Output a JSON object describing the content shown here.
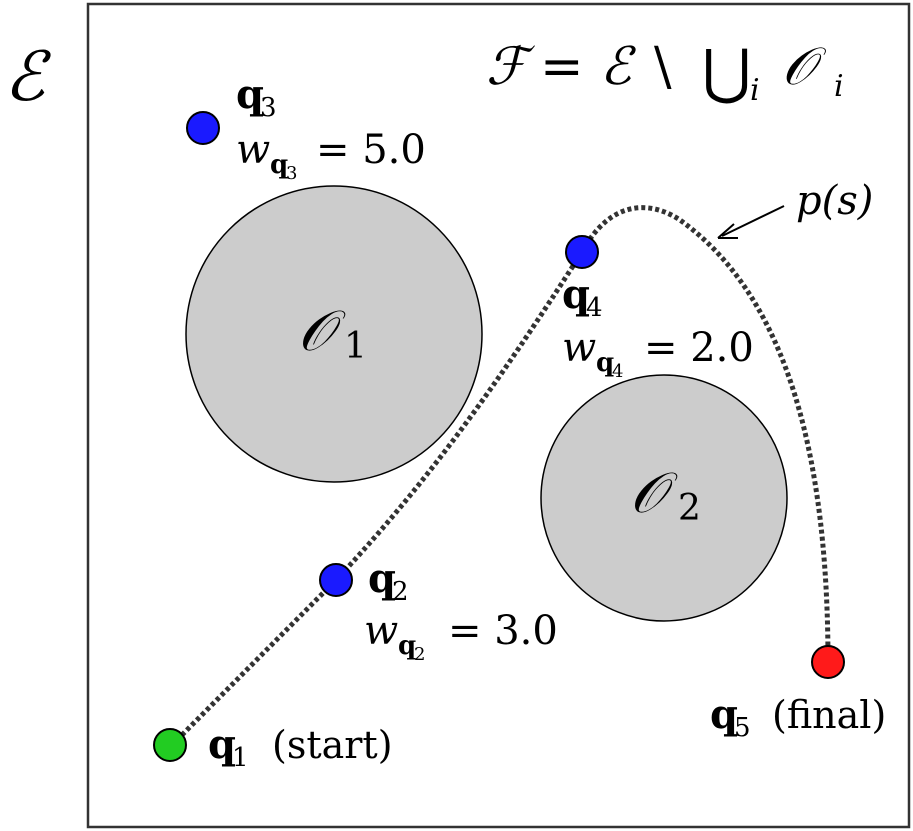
{
  "space_label": "ℰ",
  "free_space_formula": {
    "F": "ℱ",
    "eq": "=",
    "E": "ℰ",
    "setminus": "\\",
    "bigcup": "⋃",
    "sub_i": "i",
    "O": "𝒪",
    "sub_i2": "i"
  },
  "obstacles": [
    {
      "symbol": "𝒪",
      "index": "1"
    },
    {
      "symbol": "𝒪",
      "index": "2"
    }
  ],
  "path_label": "p(s)",
  "waypoints": [
    {
      "q": "q",
      "index": "1",
      "note": "(start)",
      "color": "#22cc22"
    },
    {
      "q": "q",
      "index": "2",
      "w": "w",
      "wsub": "q",
      "wsubidx": "2",
      "weight": "= 3.0",
      "color": "#1a1aff"
    },
    {
      "q": "q",
      "index": "3",
      "w": "w",
      "wsub": "q",
      "wsubidx": "3",
      "weight": "= 5.0",
      "color": "#1a1aff"
    },
    {
      "q": "q",
      "index": "4",
      "w": "w",
      "wsub": "q",
      "wsubidx": "4",
      "weight": "= 2.0",
      "color": "#1a1aff"
    },
    {
      "q": "q",
      "index": "5",
      "note": "(final)",
      "color": "#ff1a1a"
    }
  ],
  "colors": {
    "obstacle_fill": "#cccccc",
    "path": "#333333",
    "border": "#333333"
  }
}
